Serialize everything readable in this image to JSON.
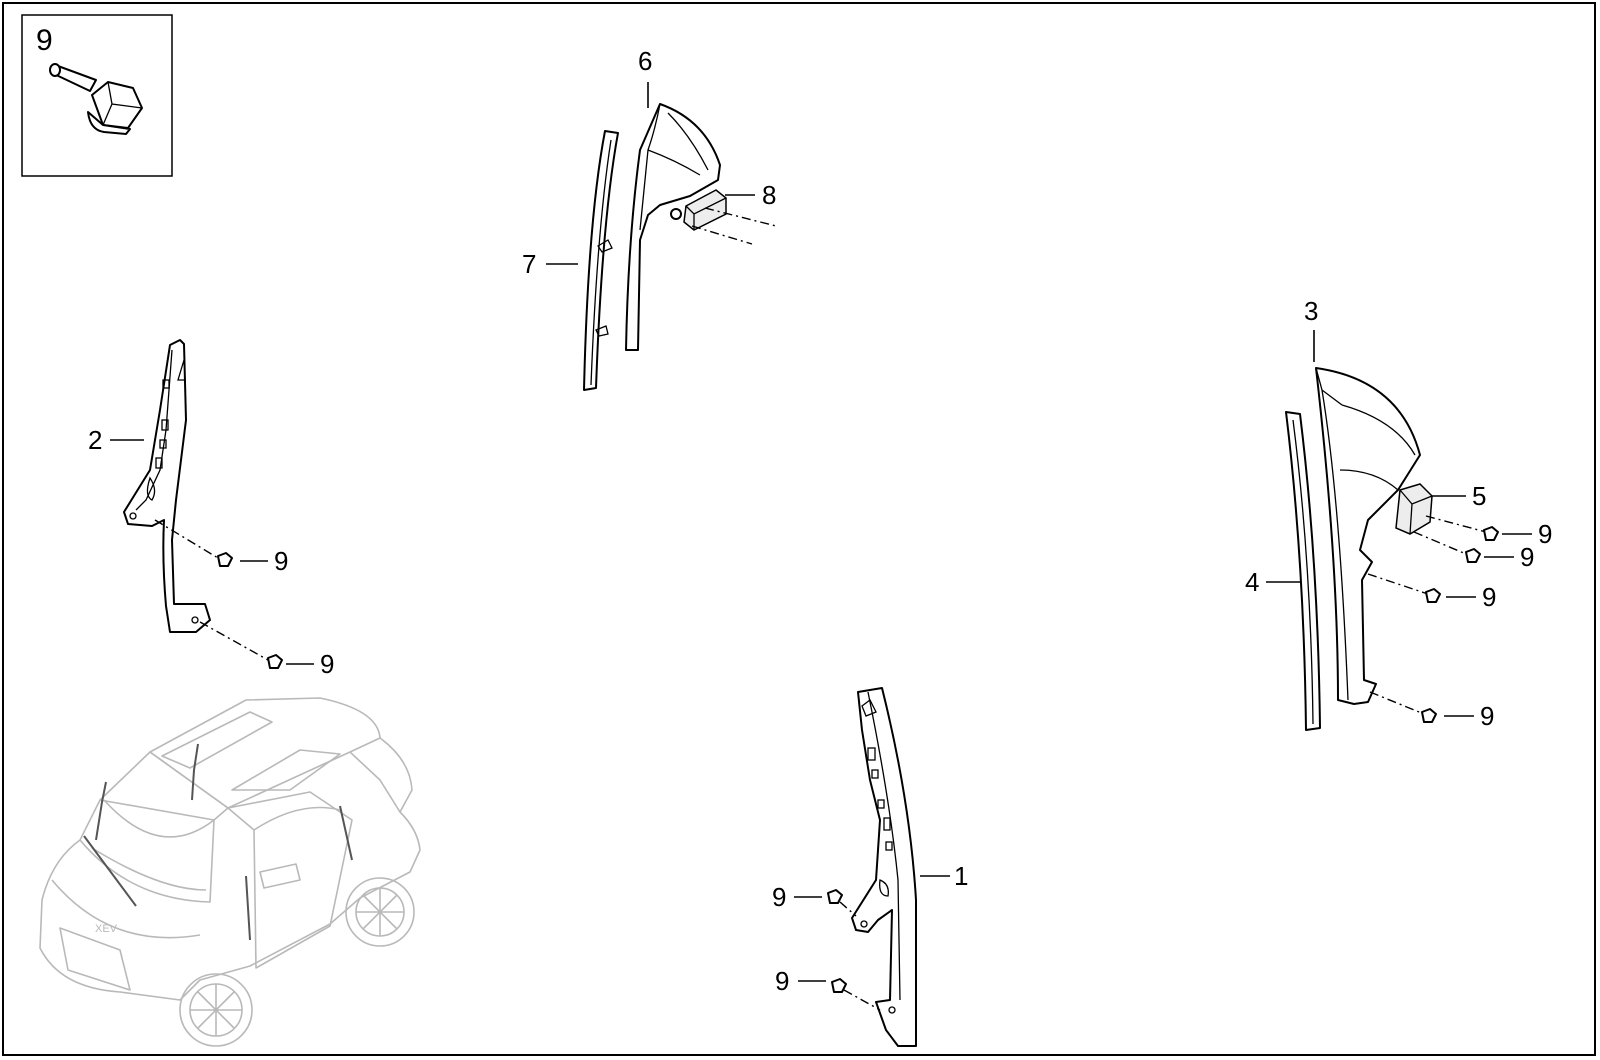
{
  "diagram": {
    "inset": {
      "number": "9"
    },
    "callouts": {
      "c1": "1",
      "c2": "2",
      "c3": "3",
      "c4": "4",
      "c5": "5",
      "c6": "6",
      "c7": "7",
      "c8": "8",
      "c9": "9"
    },
    "car_badge": "XEV"
  }
}
